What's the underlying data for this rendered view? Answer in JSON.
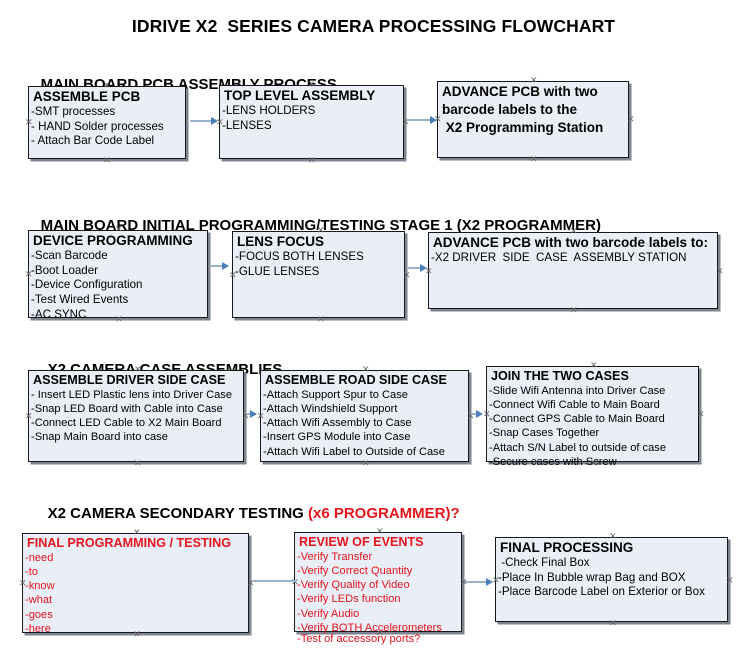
{
  "document": {
    "title": "IDRIVE X2  SERIES CAMERA PROCESSING FLOWCHART",
    "accent_red": "#e8151c",
    "box_fill": "#e9eef7",
    "box_border": "#15191e",
    "connector_color": "#9bb2cc",
    "arrow_color": "#4a7ebb"
  },
  "sections": [
    {
      "id": "main-board-pcb-assembly",
      "title": "MAIN BOARD PCB ASSEMBLY PROCESS",
      "title_red": "",
      "nodes": [
        {
          "id": "assemble-pcb",
          "head": "ASSEMBLE PCB",
          "lines": [
            "-SMT processes",
            "- HAND Solder processes",
            "- Attach Bar Code Label"
          ]
        },
        {
          "id": "top-level-assembly",
          "head": "TOP LEVEL ASSEMBLY",
          "lines": [
            "-LENS HOLDERS",
            "-LENSES"
          ]
        },
        {
          "id": "advance-pcb-programming-station",
          "head": "ADVANCE PCB with two",
          "head_lines": [
            "ADVANCE PCB with two",
            "barcode labels to the",
            " X2 Programming Station"
          ],
          "lines": []
        }
      ]
    },
    {
      "id": "main-board-initial-programming",
      "title": "MAIN BOARD INITIAL PROGRAMMING/TESTING STAGE 1 (X2 PROGRAMMER)",
      "title_red": "",
      "nodes": [
        {
          "id": "device-programming",
          "head": "DEVICE PROGRAMMING",
          "lines": [
            "-Scan Barcode",
            "-Boot Loader",
            "-Device Configuration",
            "-Test Wired Events",
            "-AC SYNC"
          ]
        },
        {
          "id": "lens-focus",
          "head": "LENS FOCUS",
          "lines": [
            "-FOCUS BOTH LENSES",
            "-GLUE LENSES"
          ]
        },
        {
          "id": "advance-pcb-driver-side",
          "head": "ADVANCE PCB with two barcode labels to:",
          "lines": [
            "-X2 DRIVER  SIDE  CASE  ASSEMBLY STATION"
          ]
        }
      ]
    },
    {
      "id": "x2-camera-case-assemblies",
      "title": "X2 CAMERA CASE ASSEMBLIES",
      "title_red": "",
      "nodes": [
        {
          "id": "assemble-driver-side-case",
          "head": "ASSEMBLE DRIVER SIDE CASE",
          "lines": [
            "- Insert LED Plastic lens into Driver Case",
            "-Snap LED Board with Cable into Case",
            "-Connect LED Cable to X2 Main Board",
            "-Snap Main Board into case"
          ]
        },
        {
          "id": "assemble-road-side-case",
          "head": "ASSEMBLE ROAD SIDE CASE",
          "lines": [
            "-Attach Support Spur to Case",
            "-Attach Windshield Support",
            "-Attach Wifi Assembly to Case",
            "-Insert GPS Module into Case",
            "-Attach Wifi Label to Outside of Case"
          ]
        },
        {
          "id": "join-the-two-cases",
          "head": "JOIN THE TWO CASES",
          "lines": [
            "-Slide Wifi Antenna into Driver Case",
            "-Connect Wifi Cable to Main Board",
            "-Connect GPS Cable to Main Board",
            "-Snap Cases Together",
            "-Attach S/N Label to outside of case",
            "-Secure cases with Screw"
          ]
        }
      ]
    },
    {
      "id": "x2-camera-secondary-testing",
      "title": "X2 CAMERA SECONDARY TESTING ",
      "title_red": "(x6 PROGRAMMER)?",
      "nodes": [
        {
          "id": "final-programming-testing",
          "head": "FINAL PROGRAMMING / TESTING",
          "lines": [
            "-need",
            "-to",
            "-know",
            "-what",
            "-goes",
            "-here"
          ]
        },
        {
          "id": "review-of-events",
          "head": "REVIEW OF EVENTS",
          "lines": [
            "-Verify Transfer",
            "-Verify Correct Quantity",
            "-Verify Quality of Video",
            "-Verify LEDs function",
            "-Verify Audio",
            "-Verify BOTH Accelerometers"
          ],
          "overflow_line": "-Test of accessory ports?"
        },
        {
          "id": "final-processing",
          "head": "FINAL PROCESSING",
          "lines": [
            " -Check Final Box",
            "-Place In Bubble wrap Bag and BOX",
            "-Place Barcode Label on Exterior or Box"
          ]
        }
      ]
    }
  ]
}
